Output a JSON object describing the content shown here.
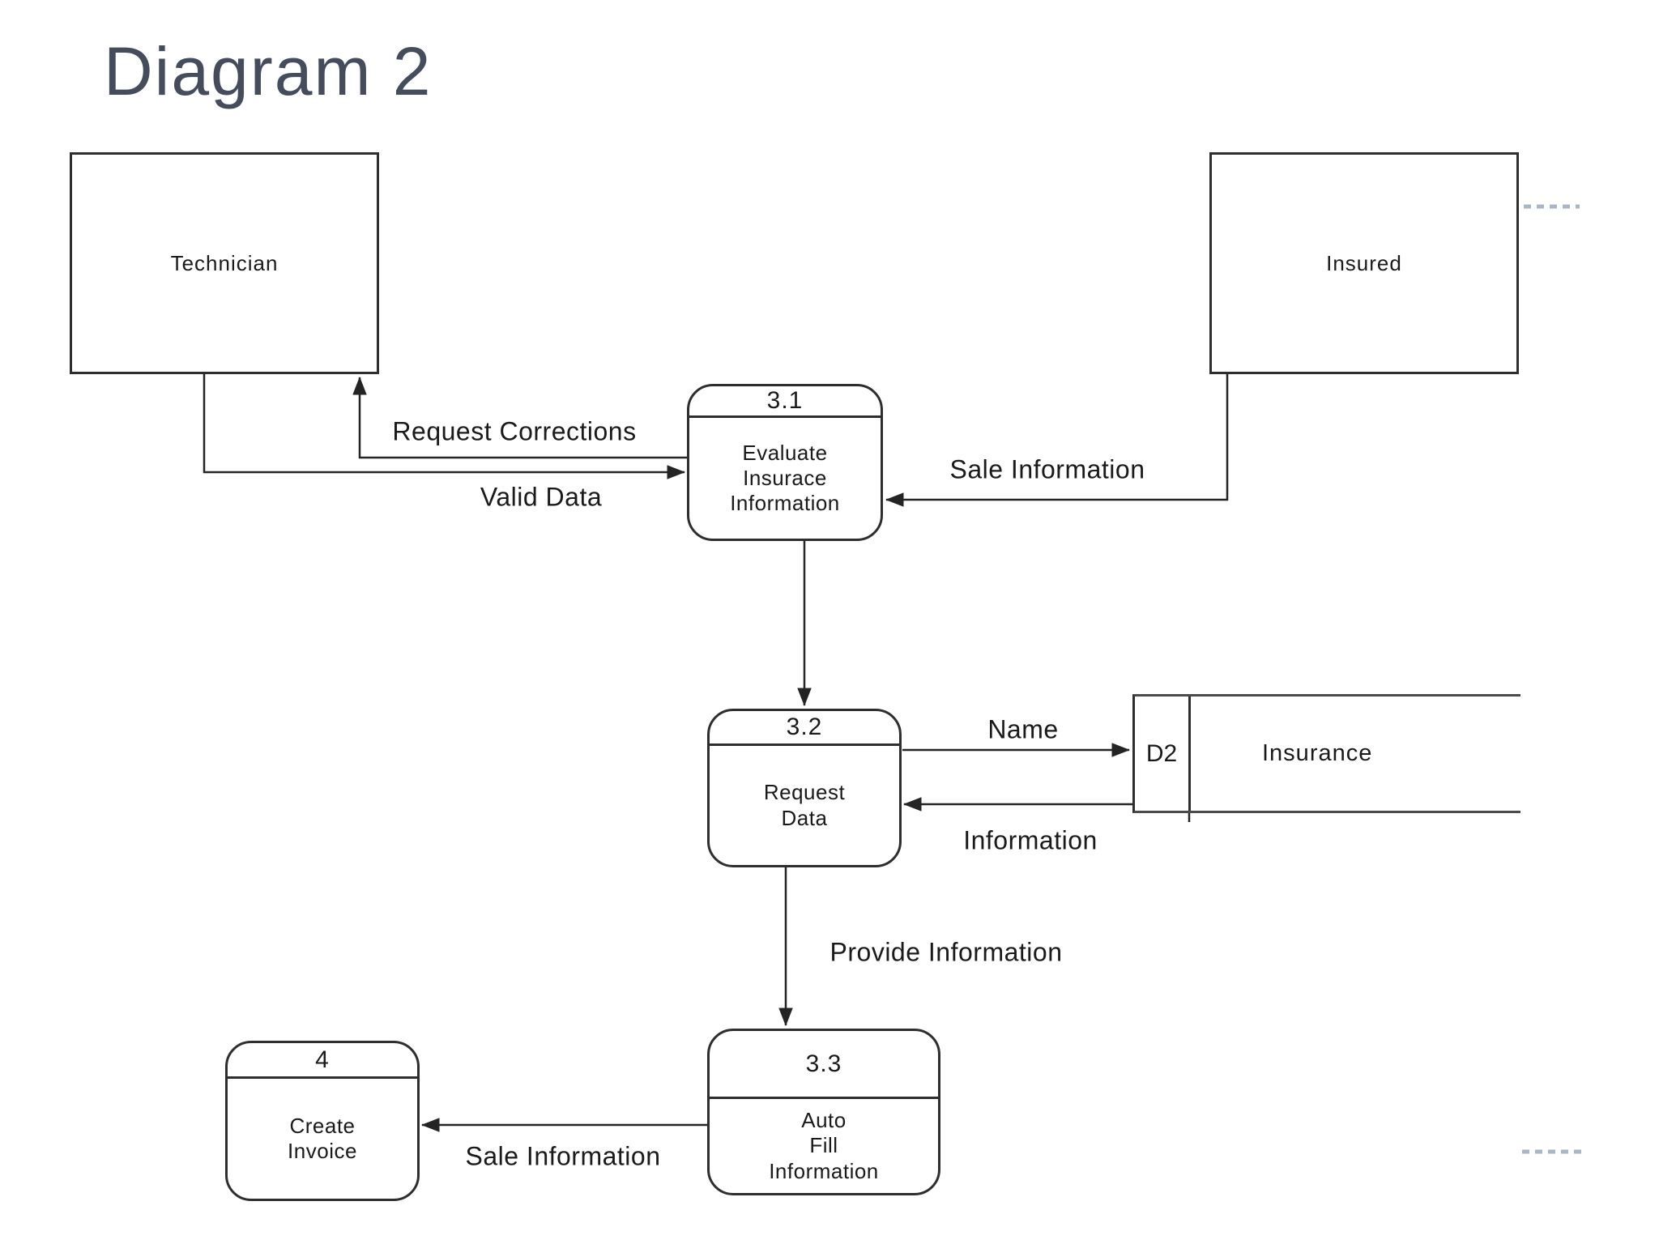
{
  "title": "Diagram 2",
  "colors": {
    "title-color": "#454c5c",
    "line": "#242424",
    "dash": "#a9b6c6",
    "background": "#ffffff",
    "text": "#1a1a1a"
  },
  "entities": {
    "technician": {
      "label": "Technician"
    },
    "insured": {
      "label": "Insured"
    }
  },
  "processes": {
    "p3_1": {
      "number": "3.1",
      "name": [
        "Evaluate",
        "Insurace",
        "Information"
      ]
    },
    "p3_2": {
      "number": "3.2",
      "name": [
        "Request",
        "Data"
      ]
    },
    "p3_3": {
      "number": "3.3",
      "name": [
        "Auto",
        "Fill",
        "Information"
      ]
    },
    "p4": {
      "number": "4",
      "name": [
        "Create",
        "Invoice"
      ]
    }
  },
  "data_store": {
    "code": "D2",
    "name": "Insurance"
  },
  "flows": {
    "request_corrections": {
      "label": "Request Corrections",
      "from": "process 3.1",
      "to": "Technician"
    },
    "valid_data": {
      "label": "Valid Data",
      "from": "Technician",
      "to": "process 3.1"
    },
    "sale_information_in": {
      "label": "Sale Information",
      "from": "Insured",
      "to": "process 3.1"
    },
    "unlabeled": {
      "label": "",
      "from": "process 3.1",
      "to": "process 3.2"
    },
    "name": {
      "label": "Name",
      "from": "process 3.2",
      "to": "data store D2 Insurance"
    },
    "information": {
      "label": "Information",
      "from": "data store D2 Insurance",
      "to": "process 3.2"
    },
    "provide_information": {
      "label": "Provide Information",
      "from": "process 3.2",
      "to": "process 3.3"
    },
    "sale_information_out": {
      "label": "Sale Information",
      "from": "process 3.3",
      "to": "process 4"
    }
  }
}
